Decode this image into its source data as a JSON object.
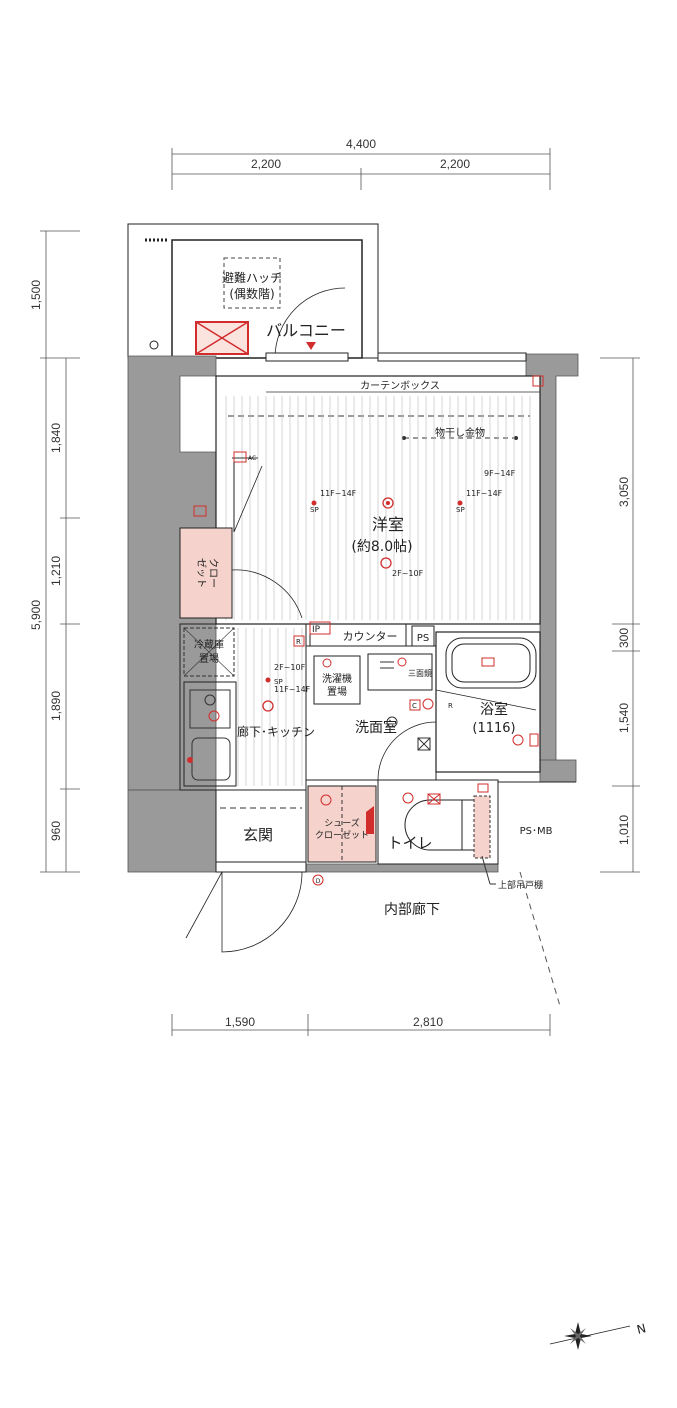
{
  "dimensions": {
    "top_total": "4,400",
    "top_left": "2,200",
    "top_right": "2,200",
    "bottom_left": "1,590",
    "bottom_right": "2,810",
    "left_total": "5,900",
    "left_balcony": "1,500",
    "left_1": "1,840",
    "left_2": "1,210",
    "left_3": "1,890",
    "left_4": "960",
    "right_1": "3,050",
    "right_2": "300",
    "right_3": "1,540",
    "right_4": "1,010"
  },
  "rooms": {
    "balcony": "バルコニー",
    "hatch_line1": "避難ハッチ",
    "hatch_line2": "(偶数階)",
    "curtain_box": "カーテンボックス",
    "laundry_pole": "物干し金物",
    "western_room": "洋室",
    "western_room_size": "(約8.0帖)",
    "closet_line1": "クロー",
    "closet_line2": "ゼット",
    "fridge_line1": "冷蔵庫",
    "fridge_line2": "置場",
    "hall_kitchen": "廊下･キッチン",
    "counter": "カウンター",
    "ps": "PS",
    "washer_line1": "洗濯機",
    "washer_line2": "置場",
    "sanmenkyo": "三面鏡",
    "washroom": "洗面室",
    "bathroom": "浴室",
    "bathroom_size": "(1116)",
    "entrance": "玄関",
    "shoe_closet_line1": "シューズ",
    "shoe_closet_line2": "クローゼット",
    "toilet": "トイレ",
    "ps_mb": "PS･MB",
    "upper_shelf": "上部吊戸棚",
    "corridor": "内部廊下"
  },
  "annotations": {
    "sp_a": "11F~14F",
    "sp_a_label": "SP",
    "sp_b": "11F~14F",
    "sp_b_label": "SP",
    "sp_c": "2F~10F",
    "sp_d": "2F~10F",
    "sp_e": "11F~14F",
    "sp_e_label": "SP",
    "note_9f14f": "9F~14F",
    "ip": "IP",
    "r1": "R",
    "r2": "R",
    "c": "C",
    "d": "D",
    "ac": "AC",
    "north": "N"
  },
  "colors": {
    "wall": "#9a9a9a",
    "closet_fill": "#f5d3cc",
    "accent_red": "#d22d2d",
    "line": "#222222"
  }
}
